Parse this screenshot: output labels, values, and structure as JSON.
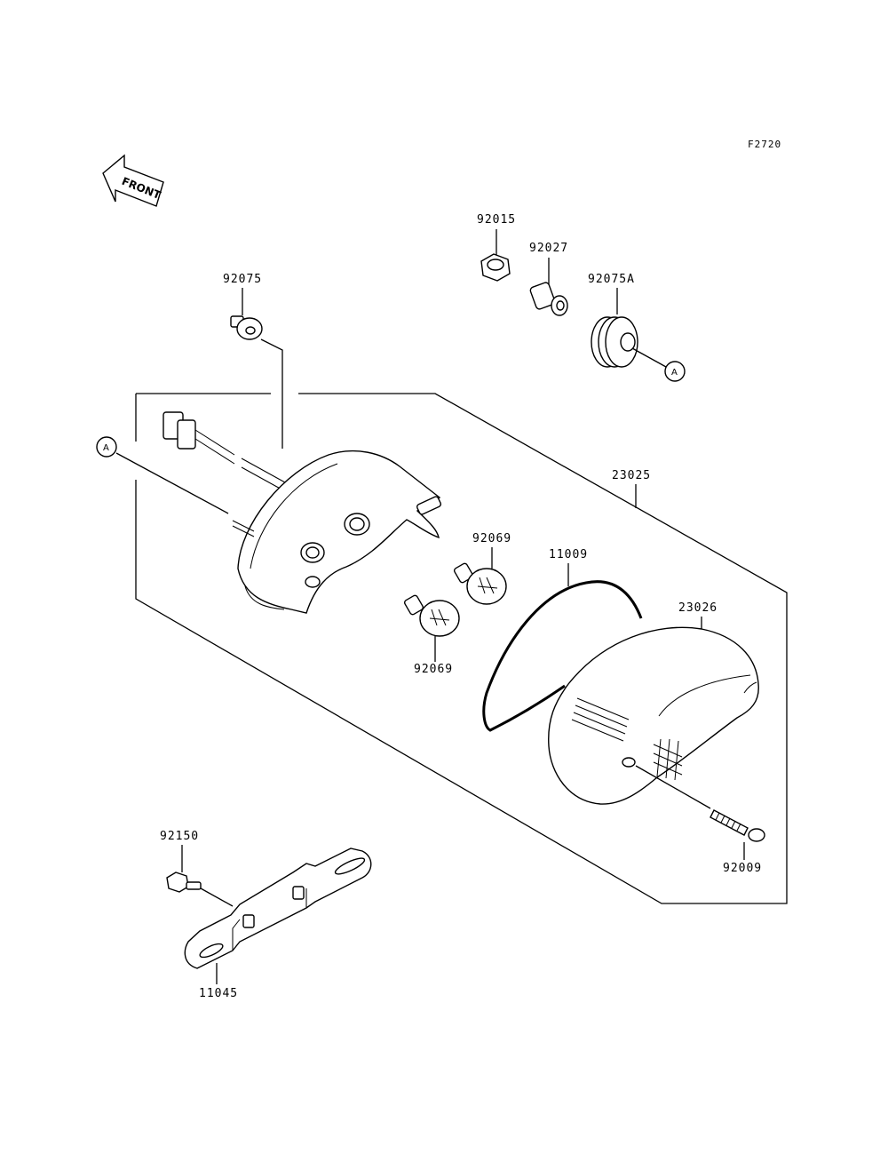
{
  "figure_code": "F2720",
  "front_label": "FRONT",
  "ref_marker": "A",
  "parts": {
    "p92015": "92015",
    "p92027": "92027",
    "p92075": "92075",
    "p92075A": "92075A",
    "p23025": "23025",
    "p92069_top": "92069",
    "p92069_bottom": "92069",
    "p11009": "11009",
    "p23026": "23026",
    "p92009": "92009",
    "p92150": "92150",
    "p11045": "11045"
  }
}
